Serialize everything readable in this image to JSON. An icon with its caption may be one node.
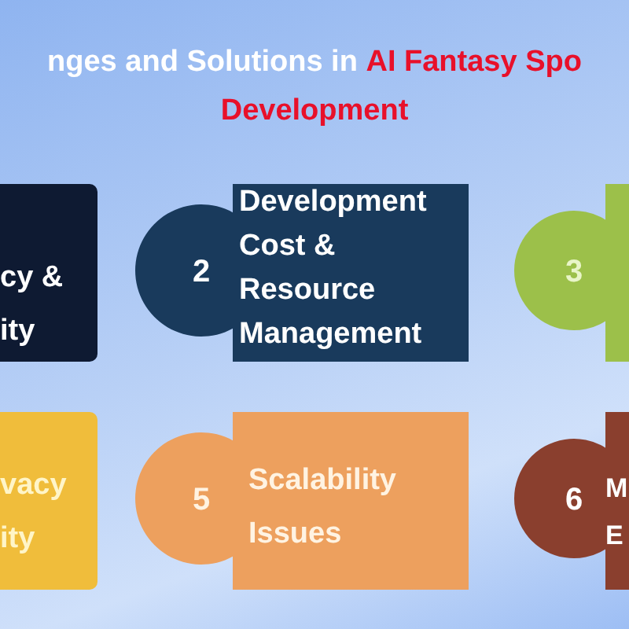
{
  "diagram": {
    "title": "nges and Solutions in **AI Fantasy Spo Development**",
    "nodes": [
      {
        "text": [
          "cy & ity"
        ]
      },
      {
        "text": [
          "2",
          "Development Cost & Resource Management"
        ]
      },
      {
        "text": [
          "3"
        ]
      },
      {
        "text": [
          "vacy ity"
        ]
      },
      {
        "text": [
          "5",
          "Scalability Issues"
        ]
      },
      {
        "text": [
          "6",
          "M E"
        ]
      }
    ]
  }
}
